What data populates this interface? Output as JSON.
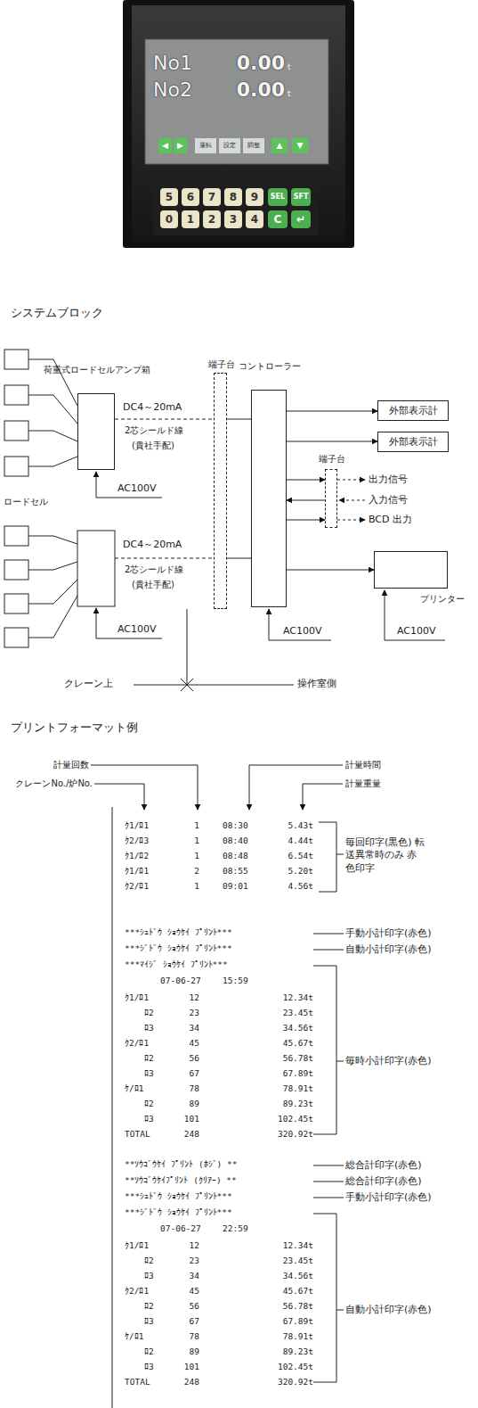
{
  "diagram": {
    "nodes": [
      {
        "text": [
          "荷重式ロードセルアンプ箱"
        ]
      },
      {
        "text": [
          "端子台"
        ]
      },
      {
        "text": [
          "コントローラー"
        ]
      },
      {
        "text": [
          "外部表示計"
        ]
      },
      {
        "text": [
          "外部表示計"
        ]
      },
      {
        "text": [
          "端子台"
        ]
      },
      {
        "text": [
          "プリンター"
        ]
      }
    ],
    "edges": [
      {
        "from": 0,
        "to": 1,
        "arrow": "none",
        "label": "DC4～20mA"
      },
      {
        "from": 1,
        "to": 2,
        "arrow": "none"
      },
      {
        "from": 2,
        "to": 3,
        "arrow": "to"
      },
      {
        "from": 2,
        "to": 4,
        "arrow": "to"
      },
      {
        "from": 2,
        "to": 5,
        "arrow": "to"
      },
      {
        "from": 5,
        "to": 2,
        "arrow": "to"
      },
      {
        "from": 2,
        "to": 5,
        "arrow": "to"
      },
      {
        "from": 2,
        "to": 6,
        "arrow": "to"
      }
    ],
    "labels": [
      "No1",
      "0.00",
      "t",
      "No2",
      "0.00",
      "t",
      "◀",
      "▶",
      "運転",
      "設定",
      "調整",
      "▲",
      "▼",
      "5",
      "6",
      "7",
      "8",
      "9",
      "SEL",
      "SFT",
      "0",
      "1",
      "2",
      "3",
      "4",
      "C",
      "↵",
      "システムブロック",
      "ロードセル",
      "2芯シールド線",
      "(貴社手配)",
      "DC4～20mA",
      "2芯シールド線",
      "(貴社手配)",
      "AC100V",
      "AC100V",
      "AC100V",
      "AC100V",
      "出力信号",
      "入力信号",
      "BCD 出力",
      "クレーン上",
      "操作室側",
      "プリントフォーマット例",
      "計量回数",
      "クレーンNo./炉No.",
      "計量時間",
      "計量重量",
      "ｸ1/ﾛ1",
      "1",
      "08:30",
      "5.43t",
      "ｸ2/ﾛ3",
      "1",
      "08:40",
      "4.44t",
      "ｸ1/ﾛ2",
      "1",
      "08:48",
      "6.54t",
      "ｸ1/ﾛ1",
      "2",
      "08:55",
      "5.20t",
      "ｸ2/ﾛ1",
      "1",
      "09:01",
      "4.56t",
      "***ｼｭﾄﾞｳ ｼｮｳｹｲ ﾌﾟﾘﾝﾄ***",
      "***ｼﾞﾄﾞｳ ｼｮｳｹｲ ﾌﾟﾘﾝﾄ***",
      "***ﾏｲｼﾞ ｼｮｳｹｲ ﾌﾟﾘﾝﾄ***",
      "07-06-27",
      "15:59",
      "ｸ1/ﾛ1",
      "12",
      "12.34t",
      "ﾛ2",
      "23",
      "23.45t",
      "ﾛ3",
      "34",
      "34.56t",
      "ｸ2/ﾛ1",
      "45",
      "45.67t",
      "ﾛ2",
      "56",
      "56.78t",
      "ﾛ3",
      "67",
      "67.89t",
      "ｹ/ﾛ1",
      "78",
      "78.91t",
      "ﾛ2",
      "89",
      "89.23t",
      "ﾛ3",
      "101",
      "102.45t",
      "TOTAL",
      "248",
      "320.92t",
      "**ｿｳｺﾞｳｹｲ ﾌﾟﾘﾝﾄ (ﾎｼﾞ) **",
      "**ｿｳｺﾞｳｹｲﾌﾟﾘﾝﾄ (ｸﾘｱｰ) **",
      "***ｼｭﾄﾞｳ ｼｮｳｹｲ ﾌﾟﾘﾝﾄ***",
      "***ｼﾞﾄﾞｳ ｼｮｳｹｲ ﾌﾟﾘﾝﾄ***",
      "07-06-27",
      "22:59",
      "ｸ1/ﾛ1",
      "12",
      "12.34t",
      "ﾛ2",
      "23",
      "23.45t",
      "ﾛ3",
      "34",
      "34.56t",
      "ｸ2/ﾛ1",
      "45",
      "45.67t",
      "ﾛ2",
      "56",
      "56.78t",
      "ﾛ3",
      "67",
      "67.89t",
      "ｹ/ﾛ1",
      "78",
      "78.91t",
      "ﾛ2",
      "89",
      "89.23t",
      "ﾛ3",
      "101",
      "102.45t",
      "TOTAL",
      "248",
      "320.92t",
      "毎回印字(黒色) 転送異常時のみ 赤色印字",
      "手動小計印字(赤色)",
      "自動小計印字(赤色)",
      "毎時小計印字(赤色)",
      "総合計印字(赤色)",
      "総合計印字(赤色)",
      "手動小計印字(赤色)",
      "自動小計印字(赤色)"
    ]
  }
}
